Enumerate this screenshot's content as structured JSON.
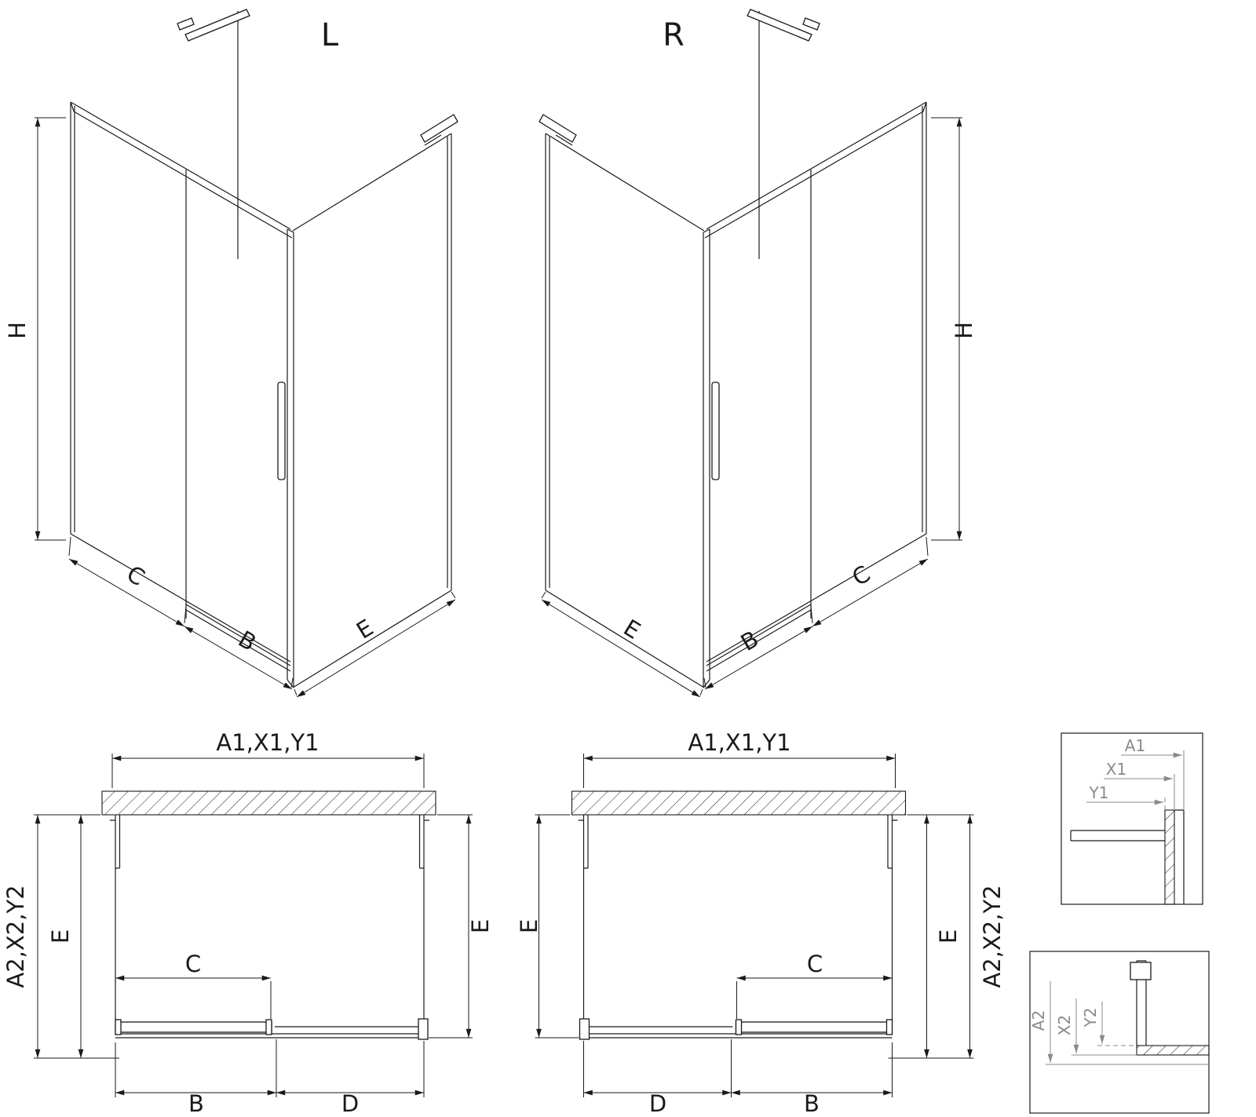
{
  "sheet": {
    "background": "#ffffff",
    "line_color": "#1a1a1a",
    "detail_label_color": "#8a8a8a"
  },
  "iso_left": {
    "title": "L",
    "dim_h": "H",
    "dim_c": "C",
    "dim_b": "B",
    "dim_e": "E"
  },
  "iso_right": {
    "title": "R",
    "dim_h": "H",
    "dim_c": "C",
    "dim_b": "B",
    "dim_e": "E"
  },
  "plan_left": {
    "dim_top": "A1,X1,Y1",
    "dim_left_outer": "A2,X2,Y2",
    "dim_left_inner": "E",
    "dim_right_inner": "E",
    "dim_c": "C",
    "dim_b": "B",
    "dim_d": "D"
  },
  "plan_right": {
    "dim_top": "A1,X1,Y1",
    "dim_right_outer": "A2,X2,Y2",
    "dim_left_inner": "E",
    "dim_right_inner": "E",
    "dim_c": "C",
    "dim_b": "B",
    "dim_d": "D"
  },
  "detail_top": {
    "dim_a1": "A1",
    "dim_x1": "X1",
    "dim_y1": "Y1"
  },
  "detail_bottom": {
    "dim_a2": "A2",
    "dim_x2": "X2",
    "dim_y2": "Y2"
  }
}
